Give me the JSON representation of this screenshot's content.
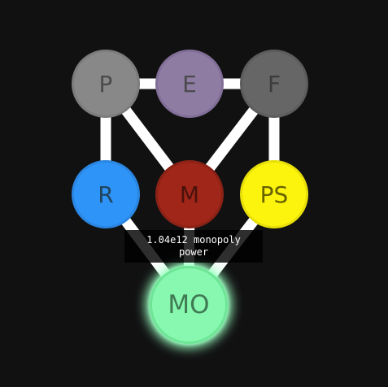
{
  "nodes": [
    {
      "id": "p",
      "label": "P",
      "fill": "#888889",
      "border": "#7c7c7d",
      "text": "#4b4b4d"
    },
    {
      "id": "e",
      "label": "E",
      "fill": "#8e7ca3",
      "border": "#826f98",
      "text": "#4b4b4d"
    },
    {
      "id": "f",
      "label": "F",
      "fill": "#666667",
      "border": "#5c5c5d",
      "text": "#3c3c3e"
    },
    {
      "id": "r",
      "label": "R",
      "fill": "#2f94f7",
      "border": "#2a86e0",
      "text": "#20455f"
    },
    {
      "id": "m",
      "label": "M",
      "fill": "#9f2618",
      "border": "#8b2216",
      "text": "#4a120c"
    },
    {
      "id": "ps",
      "label": "PS",
      "fill": "#fcf40c",
      "border": "#e8df0a",
      "text": "#676200"
    },
    {
      "id": "mo",
      "label": "MO",
      "fill": "#88f8b0",
      "border": "#6ee596",
      "text": "#3f7a53",
      "glow": "#9cffc1"
    }
  ],
  "links": [
    {
      "from": "p",
      "to": "e"
    },
    {
      "from": "e",
      "to": "f"
    },
    {
      "from": "p",
      "to": "r"
    },
    {
      "from": "p",
      "to": "m"
    },
    {
      "from": "f",
      "to": "m"
    },
    {
      "from": "f",
      "to": "ps"
    },
    {
      "from": "r",
      "to": "mo"
    },
    {
      "from": "m",
      "to": "mo"
    },
    {
      "from": "ps",
      "to": "mo"
    }
  ],
  "tooltip": {
    "line1": "1.04e12 monopoly",
    "line2": "power"
  },
  "colors": {
    "background": "#111112",
    "link": "#ffffff"
  }
}
